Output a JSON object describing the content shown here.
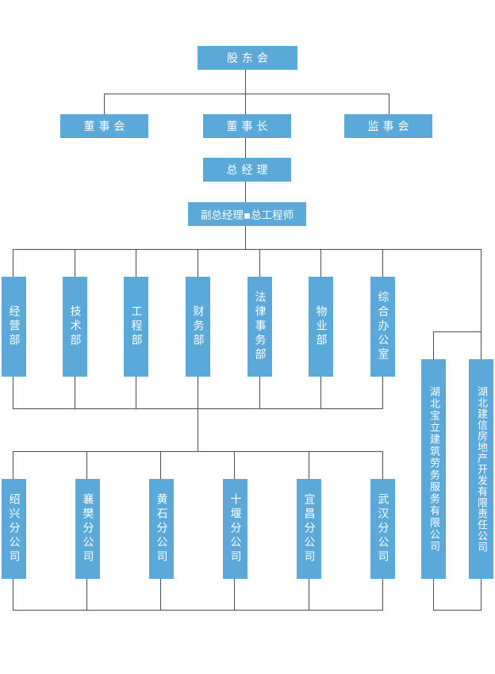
{
  "top": {
    "shareholders": "股东会",
    "board": "董事会",
    "chairman": "董事长",
    "supervisors": "监事会",
    "gm": "总经理",
    "deputy": "副总经理▪总工程师"
  },
  "departments": [
    "经营部",
    "技术部",
    "工程部",
    "财务部",
    "法律事务部",
    "物业部",
    "综合办公室"
  ],
  "branches": [
    "绍兴分公司",
    "襄樊分公司",
    "黄石分公司",
    "十堰分公司",
    "宜昌分公司",
    "武汉分公司"
  ],
  "subsidiaries": [
    "湖北宝立建筑劳务服务有限公司",
    "湖北建信房地产开发有限责任公司"
  ],
  "colors": {
    "box": "#5aa9d9",
    "text": "#ffffff",
    "line": "#4d4d4d"
  }
}
